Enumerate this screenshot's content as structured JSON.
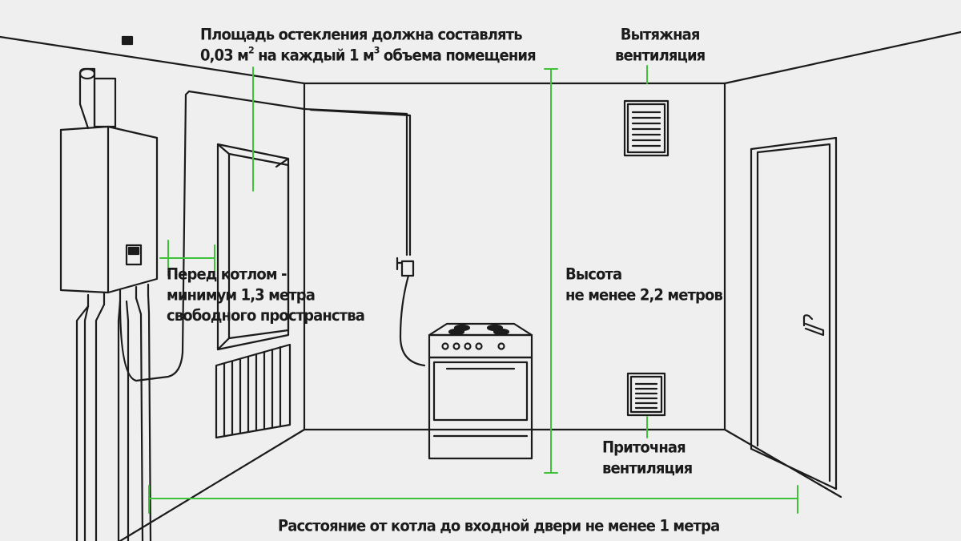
{
  "labels": {
    "glazing": {
      "line1": "Площадь остекления должна составлять",
      "line2_value": "0,03 м",
      "line2_sup1": "2",
      "line2_middle": " на каждый 1 м",
      "line2_sup2": "3",
      "line2_end": " объема помещения"
    },
    "exhaust": {
      "line1": "Вытяжная",
      "line2": "вентиляция"
    },
    "boiler_clearance": {
      "line1": "Перед котлом -",
      "line2": "минимум 1,3 метра",
      "line3": "свободного пространства"
    },
    "height": {
      "line1": "Высота",
      "line2": "не менее 2,2 метров"
    },
    "supply": {
      "line1": "Приточная",
      "line2": "вентиляция"
    },
    "distance": {
      "line1": "Расстояние от котла до входной двери не менее 1 метра"
    }
  },
  "colors": {
    "background": "#efefef",
    "line": "#1b1b1b",
    "accent": "#3ec23a"
  },
  "icons": [
    "gas-boiler-icon",
    "window-icon",
    "radiator-icon",
    "gas-stove-icon",
    "vent-grille-icon",
    "door-icon"
  ]
}
